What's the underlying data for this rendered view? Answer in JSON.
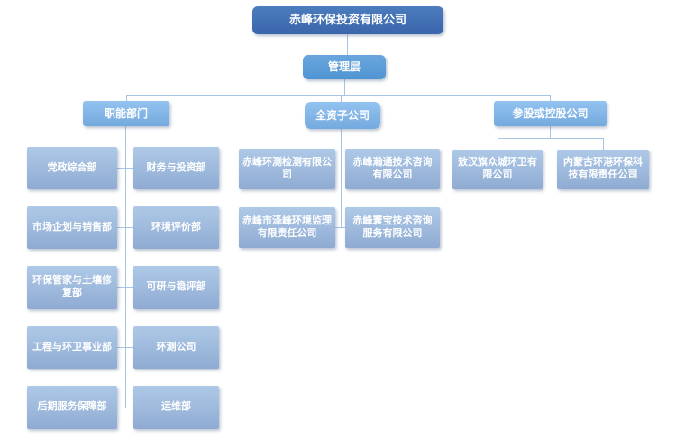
{
  "org": {
    "root": "赤峰环保投资有限公司",
    "management": "管理层",
    "branches": {
      "functional": "职能部门",
      "wholly_owned": "全资子公司",
      "holding": "参股或控股公司"
    },
    "functional": {
      "left": [
        "党政综合部",
        "市场企划与销售部",
        "环保管家与土壤修复部",
        "工程与环卫事业部",
        "后期服务保障部"
      ],
      "right": [
        "财务与投资部",
        "环境评价部",
        "可研与稳评部",
        "环测公司",
        "运维部"
      ]
    },
    "subsidiaries": {
      "left": [
        "赤峰环测检测有限公司",
        "赤峰市泽峰环境监理有限责任公司"
      ],
      "right": [
        "赤峰瀚通技术咨询有限公司",
        "赤峰寰宝技术咨询服务有限公司"
      ]
    },
    "holdings": [
      "敖汉旗众城环卫有限公司",
      "内蒙古环港环保科技有限责任公司"
    ]
  },
  "colors": {
    "root_box_top": "#4c7cbe",
    "root_box_bottom": "#3a66ab",
    "level2_box_top": "#6ba6dd",
    "level2_box_bottom": "#4f94d3",
    "branch_box_top": "#93c2ef",
    "branch_box_bottom": "#74aadf",
    "child_box_top": "#aec9e7",
    "child_box_bottom": "#8fabd2",
    "connector": "#a8c4e4",
    "text": "#ffffff",
    "background": "#ffffff"
  }
}
